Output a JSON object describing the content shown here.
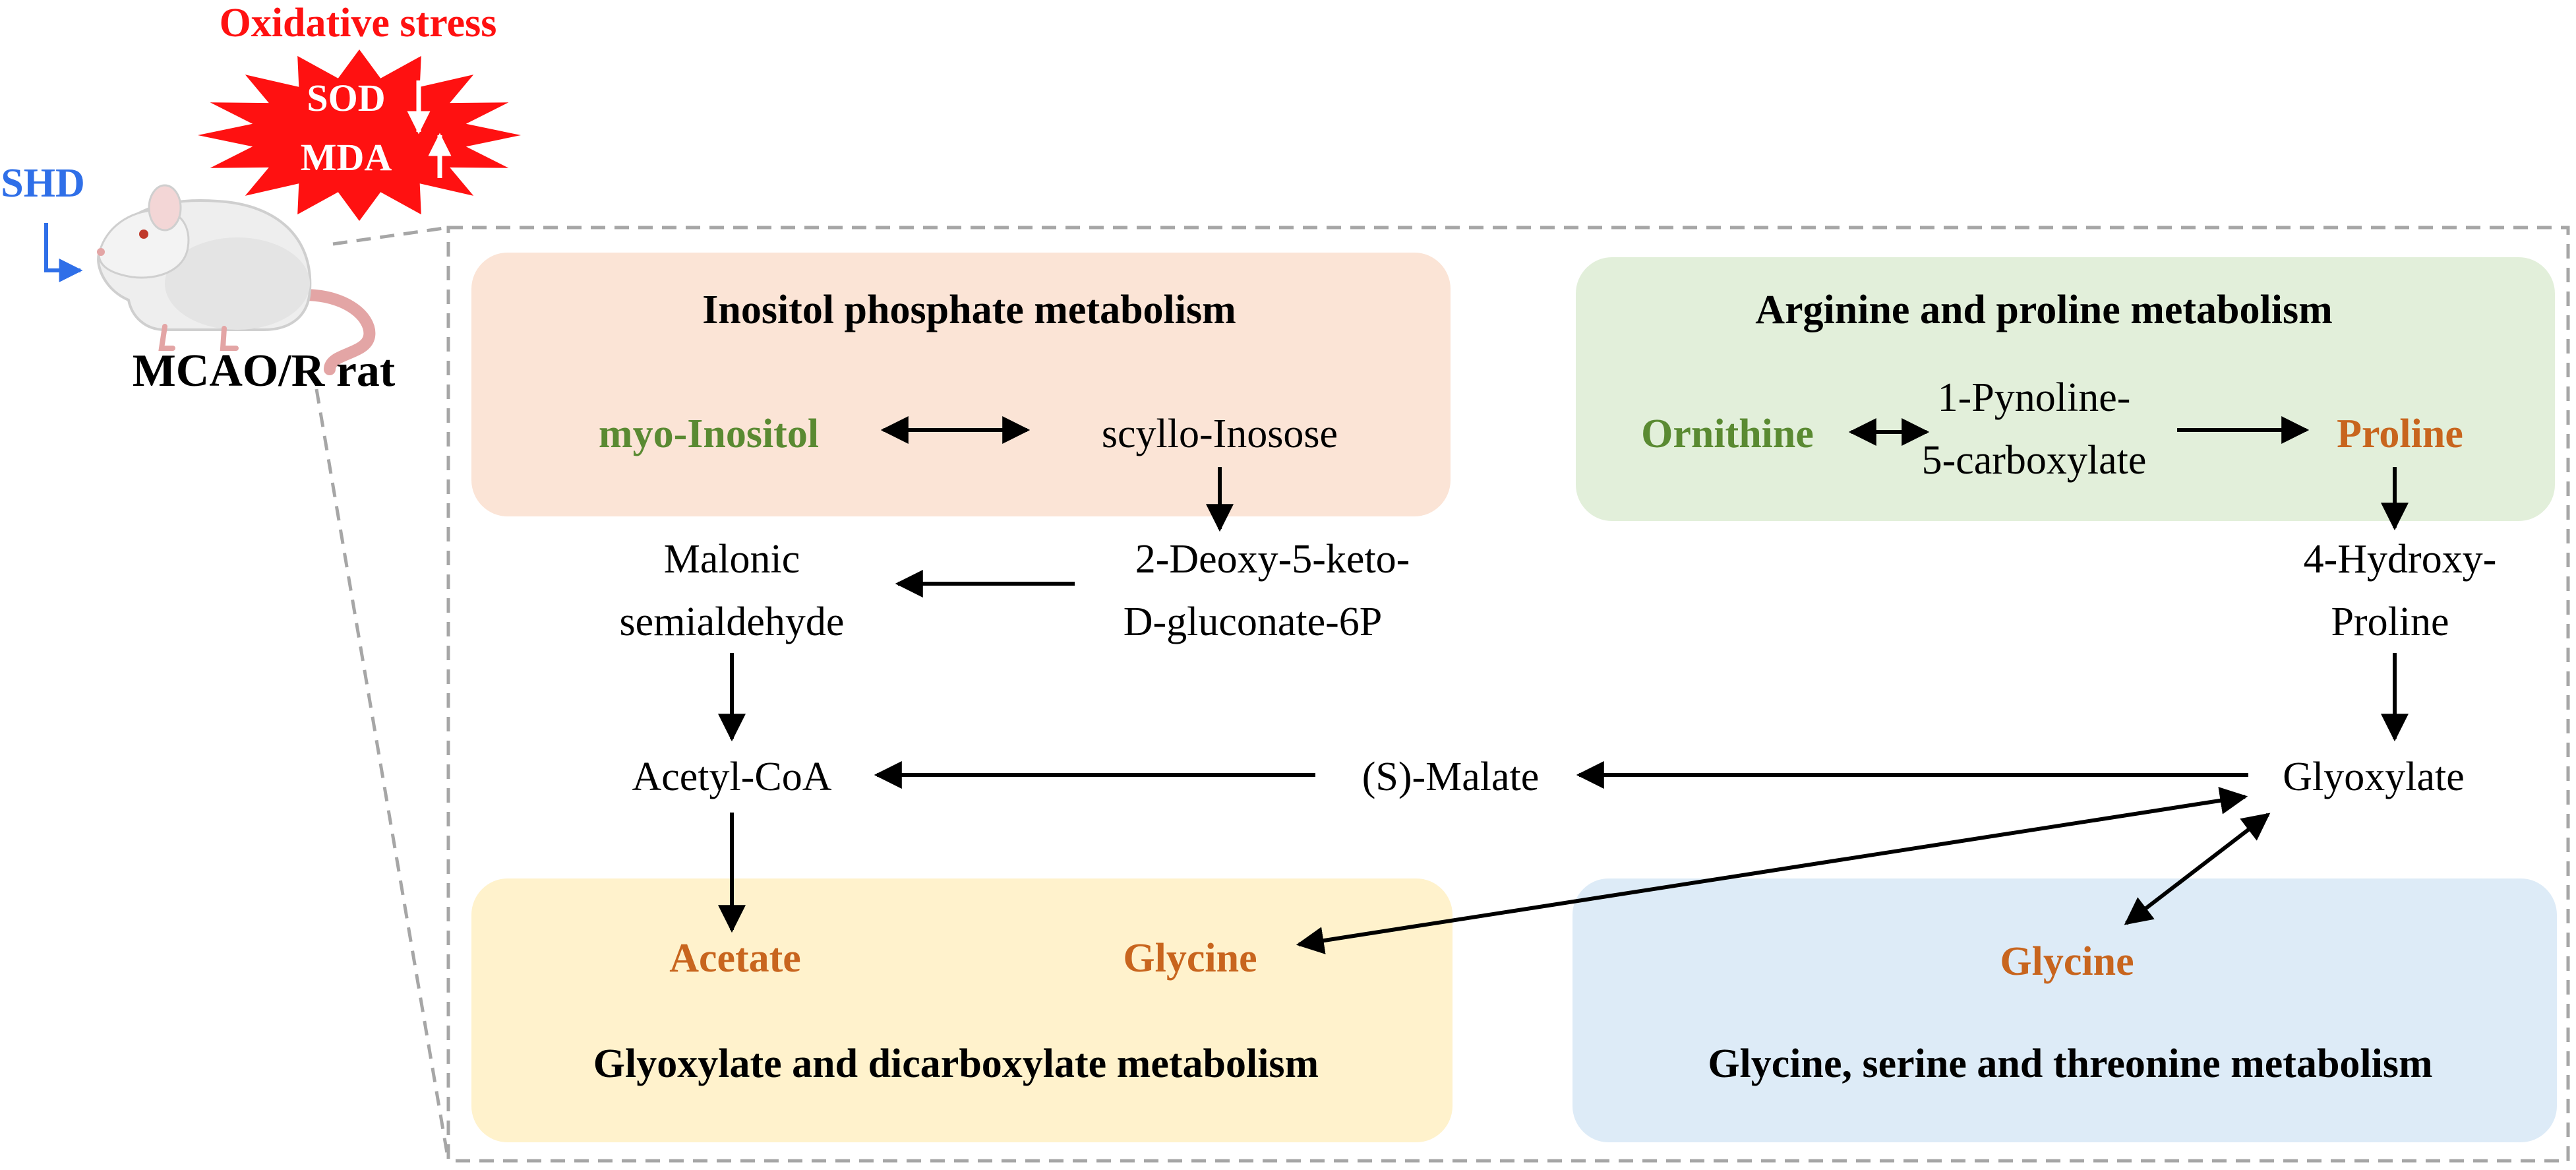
{
  "colors": {
    "red": "#ff1111",
    "blue": "#2f6fe8",
    "green_text": "#5a8a32",
    "orange_text": "#c8651e",
    "black": "#000000",
    "box_inositol": "#fbe4d6",
    "box_arginine": "#e2efda",
    "box_glyoxylate": "#fff2cc",
    "box_glycine": "#ddebf7",
    "dash": "#a6a6a6",
    "rat_body": "#eeeeee",
    "rat_tail": "#e3a5a5"
  },
  "icons": [
    "starburst-icon",
    "rat-icon",
    "bent-arrow-icon",
    "up-arrow-icon",
    "down-arrow-icon"
  ],
  "left_panel": {
    "stress_title": "Oxidative stress",
    "sod": "SOD",
    "mda": "MDA",
    "treatment": "SHD",
    "model": "MCAO/R rat"
  },
  "modules": {
    "inositol": "Inositol phosphate metabolism",
    "arginine": "Arginine and proline metabolism",
    "glyoxylate": "Glyoxylate and dicarboxylate metabolism",
    "glycine": "Glycine, serine and threonine metabolism"
  },
  "metabolites": {
    "myo_inositol": "myo-Inositol",
    "scyllo_inosose": "scyllo-Inosose",
    "deoxy_line1": "2-Deoxy-5-keto-",
    "deoxy_line2": "D-gluconate-6P",
    "malonic_line1": "Malonic",
    "malonic_line2": "semialdehyde",
    "acetyl_coa": "Acetyl-CoA",
    "s_malate": "(S)-Malate",
    "glyoxylate": "Glyoxylate",
    "ornithine": "Ornithine",
    "pyrroline_line1": "1-Pynoline-",
    "pyrroline_line2": "5-carboxylate",
    "proline": "Proline",
    "hydroxy_line1": "4-Hydroxy-",
    "hydroxy_line2": "Proline",
    "acetate": "Acetate",
    "glycine_left": "Glycine",
    "glycine_right": "Glycine"
  }
}
